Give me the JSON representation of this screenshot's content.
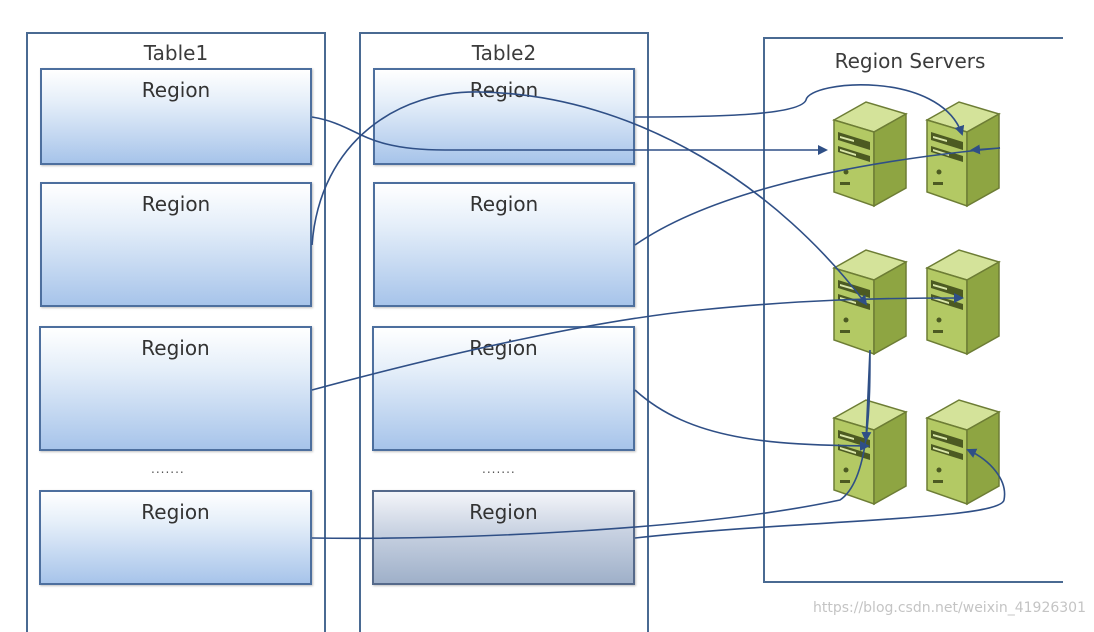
{
  "tables": [
    {
      "title": "Table1",
      "regions": [
        "Region",
        "Region",
        "Region",
        "Region"
      ],
      "ellipsis": "......."
    },
    {
      "title": "Table2",
      "regions": [
        "Region",
        "Region",
        "Region",
        "Region"
      ],
      "ellipsis": "......."
    }
  ],
  "servers_panel": {
    "title": "Region Servers"
  },
  "watermark": "https://blog.csdn.net/weixin_41926301",
  "colors": {
    "border": "#4a6a92",
    "region_top": "#ffffff",
    "region_bottom": "#a7c4ea",
    "arrow": "#2f4f86",
    "server_body": "#a9c15b"
  }
}
